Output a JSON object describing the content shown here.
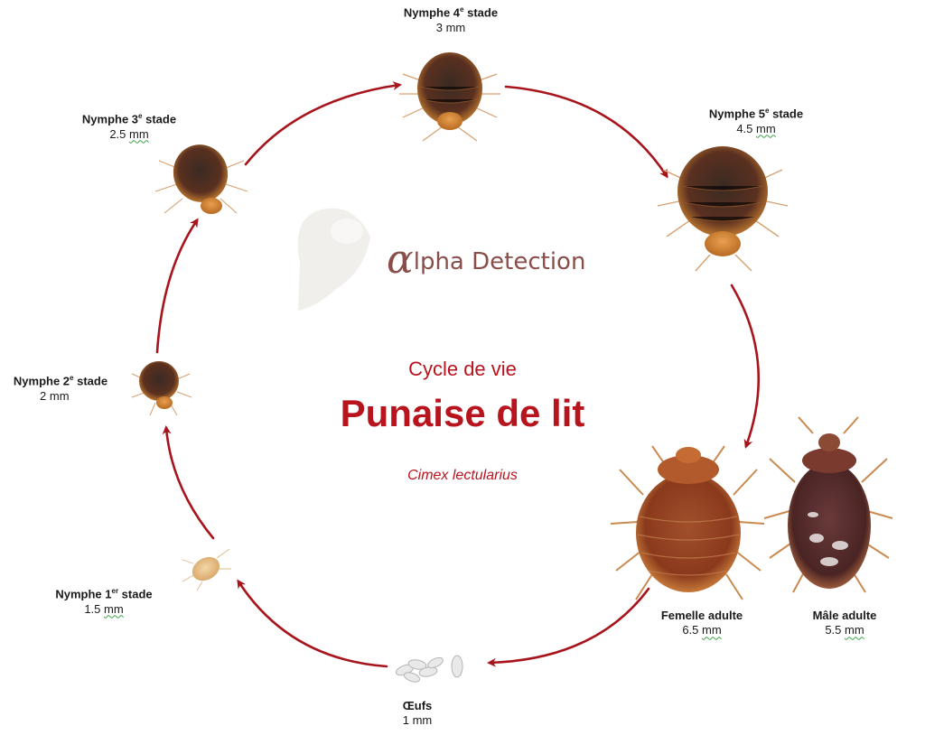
{
  "header": {
    "cycle_label": "Cycle de vie",
    "title": "Punaise de lit",
    "latin_name": "Cimex lectularius"
  },
  "brand": {
    "alpha": "α",
    "text": "lpha Detection"
  },
  "stages": {
    "n4": {
      "name": "Nymphe 4",
      "sup": "e",
      "suffix": " stade",
      "size_num": "3",
      "size_unit": "mm"
    },
    "n5": {
      "name": "Nymphe 5",
      "sup": "e",
      "suffix": " stade",
      "size_num": "4.5",
      "size_unit": "mm"
    },
    "n3": {
      "name": "Nymphe 3",
      "sup": "e",
      "suffix": " stade",
      "size_num": "2.5",
      "size_unit": "mm"
    },
    "n2": {
      "name": "Nymphe 2",
      "sup": "e",
      "suffix": " stade",
      "size_num": "2",
      "size_unit": "mm"
    },
    "n1": {
      "name": "Nymphe 1",
      "sup": "er",
      "suffix": " stade",
      "size_num": "1.5",
      "size_unit": "mm"
    },
    "female": {
      "name": "Femelle adulte",
      "sup": "",
      "suffix": "",
      "size_num": "6.5",
      "size_unit": "mm"
    },
    "male": {
      "name": "Mâle adulte",
      "sup": "",
      "suffix": "",
      "size_num": "5.5",
      "size_unit": "mm"
    },
    "eggs": {
      "name": "Œufs",
      "sup": "",
      "suffix": "",
      "size_num": "1",
      "size_unit": "mm"
    }
  },
  "colors": {
    "accent": "#b8141e",
    "arrow": "#a8141c",
    "brand": "#8a4e4a"
  }
}
